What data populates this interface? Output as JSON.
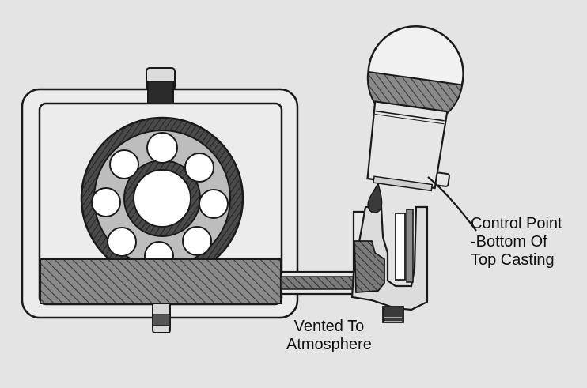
{
  "labels": {
    "control_point": {
      "line1": "Control Point",
      "line2": "-Bottom Of",
      "line3": "Top Casting"
    },
    "vented": {
      "line1": "Vented To",
      "line2": "Atmosphere"
    }
  },
  "colors": {
    "paper": "#e4e4e4",
    "pencil": "#1a1a1a",
    "oil": "#6e6e6e",
    "ball": "#ffffff"
  }
}
